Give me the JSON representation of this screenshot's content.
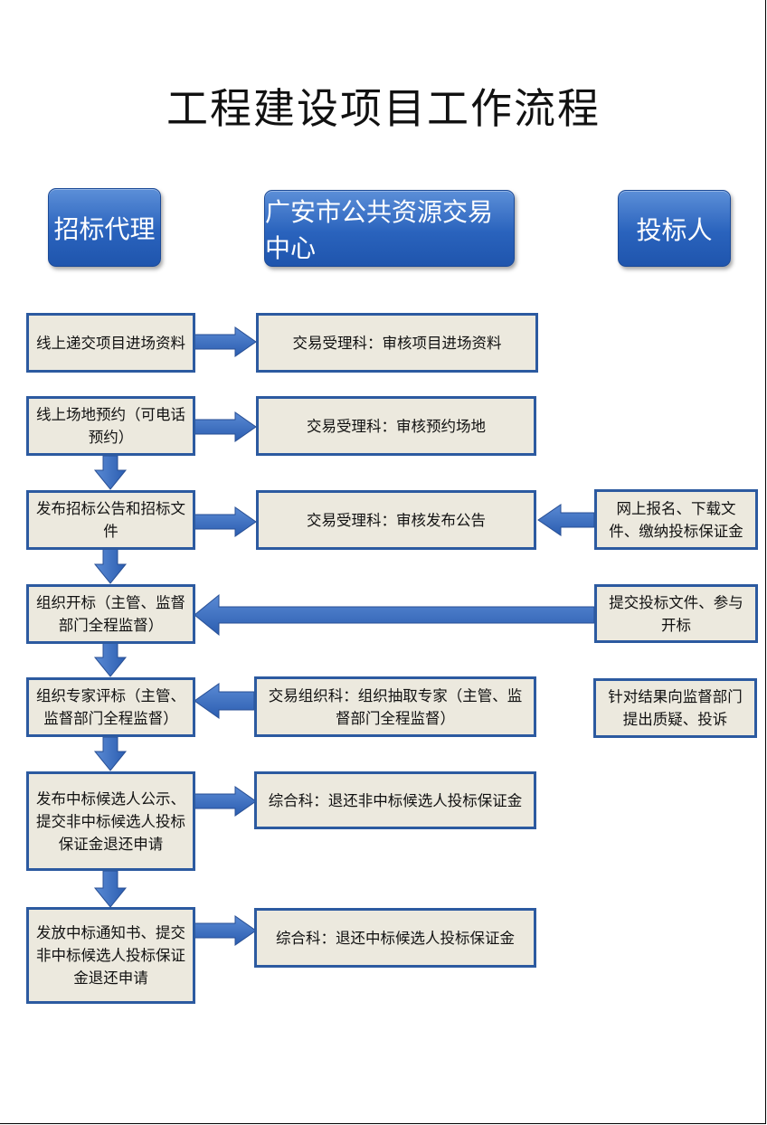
{
  "title": "工程建设项目工作流程",
  "headers": {
    "agent": "招标代理",
    "center": "广安市公共资源交易中心",
    "bidder": "投标人"
  },
  "steps": {
    "agent_1": "线上递交项目进场资料",
    "center_1": "交易受理科：审核项目进场资料",
    "agent_2": "线上场地预约（可电话预约）",
    "center_2": "交易受理科：审核预约场地",
    "agent_3": "发布招标公告和招标文件",
    "center_3": "交易受理科：审核发布公告",
    "bidder_3": "网上报名、下载文件、缴纳投标保证金",
    "agent_4": "组织开标（主管、监督部门全程监督）",
    "bidder_4": "提交投标文件、参与开标",
    "agent_5": "组织专家评标（主管、监督部门全程监督）",
    "center_5": "交易组织科：组织抽取专家（主管、监督部门全程监督）",
    "bidder_5": "针对结果向监督部门提出质疑、投诉",
    "agent_6": "发布中标候选人公示、提交非中标候选人投标保证金退还申请",
    "center_6": "综合科：退还非中标候选人投标保证金",
    "agent_7": "发放中标通知书、提交非中标候选人投标保证金退还申请",
    "center_7": "综合科：退还中标候选人投标保证金"
  },
  "colors": {
    "header_fill": "#2a63bd",
    "box_fill": "#ece9de",
    "box_border": "#2c5aa0",
    "arrow_fill": "#3a6cbf"
  }
}
